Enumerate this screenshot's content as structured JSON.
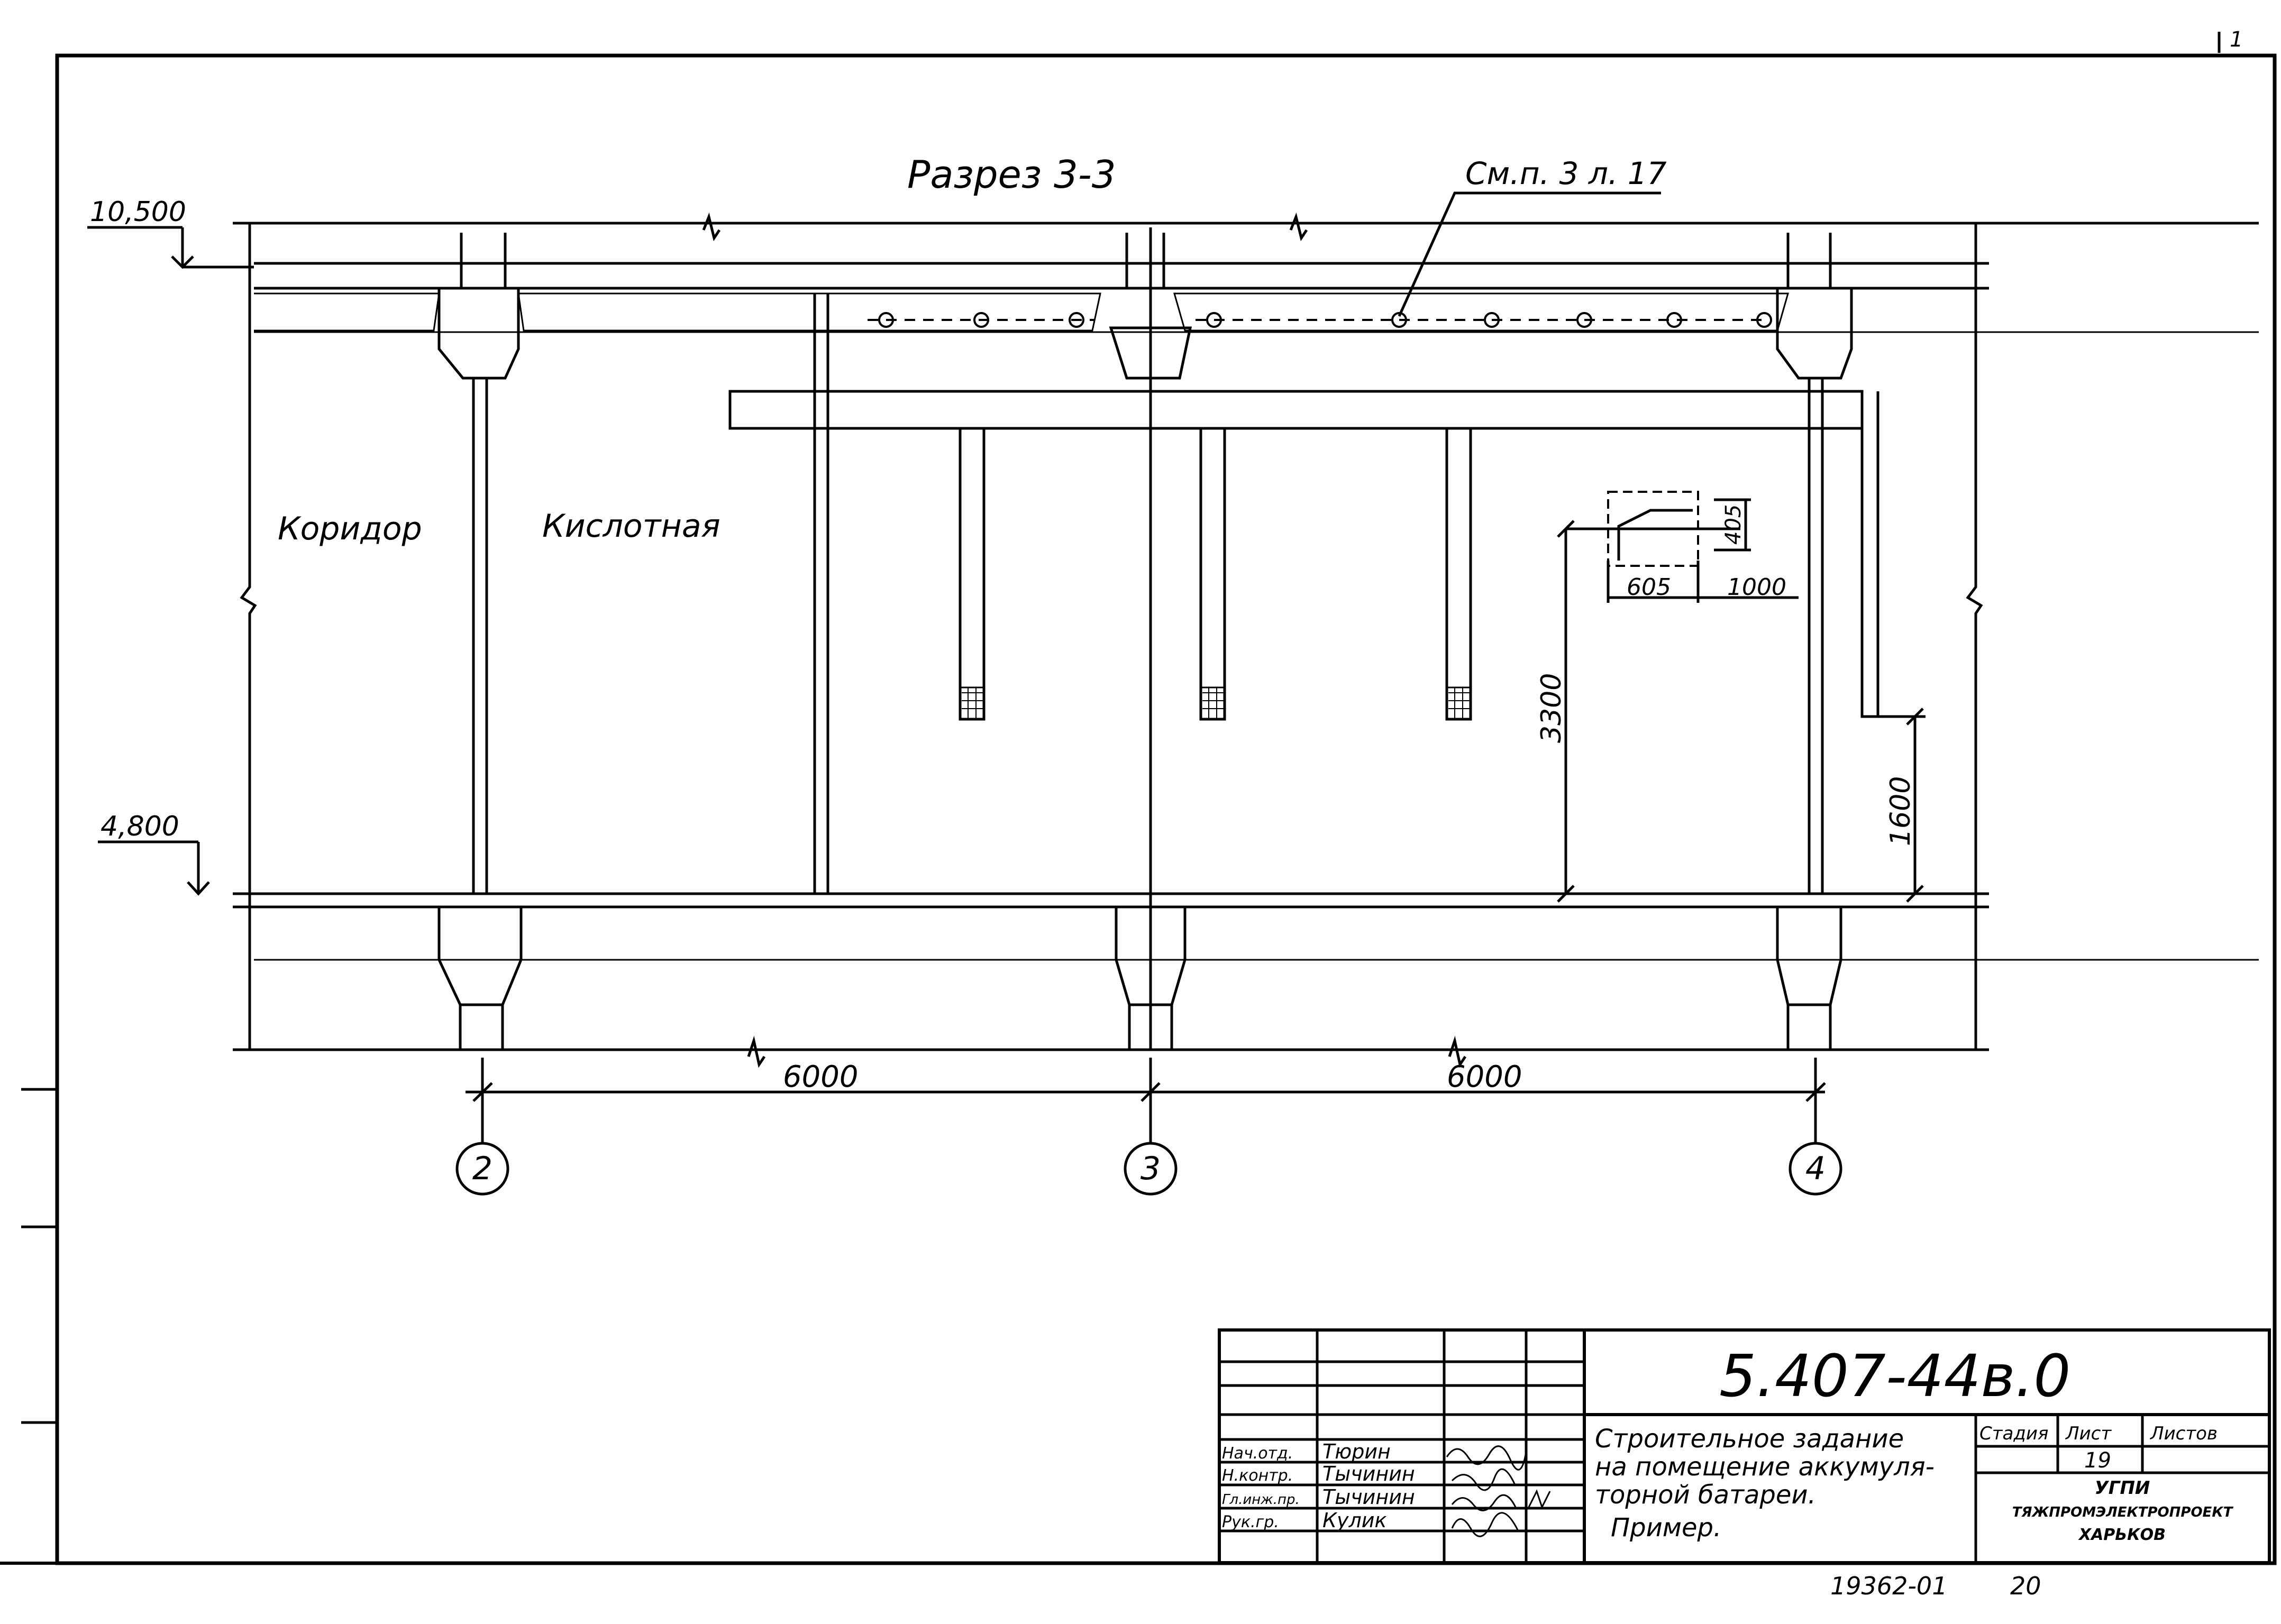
{
  "section_title": "Разрез 3-3",
  "reference_note": "См.п. 3 л. 17",
  "elevations": {
    "top": "10,500",
    "floor": "4,800"
  },
  "room_labels": {
    "corridor": "Коридор",
    "acid_room": "Кислотная"
  },
  "dimensions": {
    "opening_width": "605",
    "opening_height": "405",
    "offset": "1000",
    "height_total": "3300",
    "height_lower": "1600",
    "span_left": "6000",
    "span_right": "6000"
  },
  "axes": [
    "2",
    "3",
    "4"
  ],
  "page_corner_mark": "1",
  "title_block": {
    "document_code": "5.407-44в.0",
    "title_lines": [
      "Строительное задание",
      "на помещение аккумуля-",
      "торной батареи.",
      "Пример."
    ],
    "headers": {
      "stage": "Стадия",
      "sheet": "Лист",
      "sheets": "Листов"
    },
    "sheet_number": "19",
    "organization": [
      "УГПИ",
      "ТЯЖПРОМЭЛЕКТРОПРОЕКТ",
      "ХАРЬКОВ"
    ],
    "signatories": [
      {
        "role": "Нач.отд.",
        "name": "Тюрин"
      },
      {
        "role": "Н.контр.",
        "name": "Тычинин"
      },
      {
        "role": "Гл.инж.пр.",
        "name": "Тычинин"
      },
      {
        "role": "Рук.гр.",
        "name": "Кулик"
      }
    ]
  },
  "footer": {
    "archive_number": "19362-01",
    "page_number": "20"
  }
}
